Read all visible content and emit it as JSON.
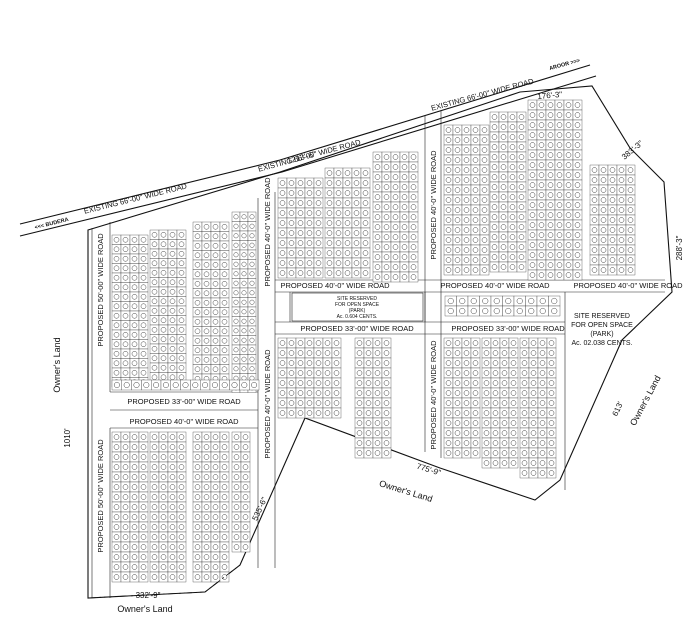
{
  "roads": {
    "existing_road_1": "EXISTING 66'-00\" WIDE ROAD",
    "existing_road_2": "EXISTING 66'-00\" WIDE ROAD",
    "existing_road_3": "EXISTING 66'-00\" WIDE ROAD",
    "budera": "<<< BUDERA",
    "aroor": "AROOR >>>",
    "proposed_50_a": "PROPOSED 50'-00\" WIDE ROAD",
    "proposed_50_b": "PROPOSED 50'-00\" WIDE ROAD",
    "proposed_33_h": "PROPOSED 33'-00\" WIDE ROAD",
    "proposed_40_left": "PROPOSED 40'-0\" WIDE ROAD",
    "proposed_40_vert_a": "PROPOSED 40'-0\" WIDE ROAD",
    "proposed_40_vert_b": "PROPOSED 40'-0\" WIDE ROAD",
    "proposed_40_vert_c": "PROPOSED 40'-0\" WIDE ROAD",
    "proposed_40_vert_d": "PROPOSED 40'-0\" WIDE ROAD",
    "proposed_40_h1": "PROPOSED 40'-0\" WIDE ROAD",
    "proposed_40_h2": "PROPOSED 40'-0\" WIDE ROAD",
    "proposed_40_h3": "PROPOSED 40'-0\" WIDE ROAD",
    "proposed_33_mid_a": "PROPOSED 33'-00\" WIDE ROAD",
    "proposed_33_mid_b": "PROPOSED 33'-00\" WIDE ROAD"
  },
  "dimensions": {
    "d1213": "1213'-6\"",
    "d1763": "176'-3\"",
    "d3833": "383'-3\"",
    "d2883": "288'-3\"",
    "d613": "613'",
    "d7759": "775'-9\"",
    "d5356": "535'-6\"",
    "d3329": "332'-9\"",
    "d1010": "1010'"
  },
  "labels": {
    "owners_land_left": "Owner's Land",
    "owners_land_bottom": "Owner's Land",
    "owners_land_center": "Owner's Land",
    "owners_land_right": "Owner's Land"
  },
  "park_small": {
    "line1": "SITE RESERVED",
    "line2": "FOR OPEN SPACE",
    "line3": "(PARK)",
    "line4": "Ac. 0.604 CENTS."
  },
  "park_large": {
    "line1": "SITE RESERVED",
    "line2": "FOR OPEN SPACE",
    "line3": "(PARK)",
    "line4": "Ac. 02.038 CENTS."
  }
}
